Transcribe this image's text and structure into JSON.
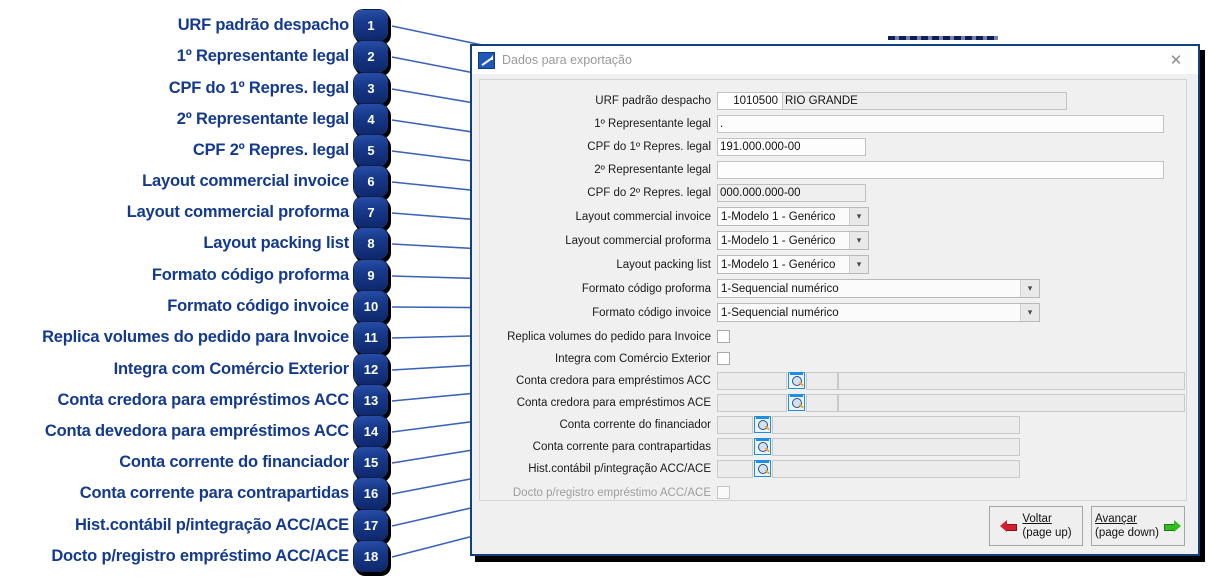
{
  "callouts": [
    {
      "n": "1",
      "label": "URF padrão despacho"
    },
    {
      "n": "2",
      "label": "1º Representante legal"
    },
    {
      "n": "3",
      "label": "CPF do 1º Repres. legal"
    },
    {
      "n": "4",
      "label": "2º Representante legal"
    },
    {
      "n": "5",
      "label": "CPF 2º Repres. legal"
    },
    {
      "n": "6",
      "label": "Layout commercial invoice"
    },
    {
      "n": "7",
      "label": "Layout commercial proforma"
    },
    {
      "n": "8",
      "label": "Layout packing list"
    },
    {
      "n": "9",
      "label": "Formato código proforma"
    },
    {
      "n": "10",
      "label": "Formato código invoice"
    },
    {
      "n": "11",
      "label": "Replica volumes do pedido para Invoice"
    },
    {
      "n": "12",
      "label": "Integra com Comércio Exterior"
    },
    {
      "n": "13",
      "label": "Conta credora para empréstimos ACC"
    },
    {
      "n": "14",
      "label": "Conta devedora para empréstimos ACC"
    },
    {
      "n": "15",
      "label": "Conta corrente do financiador"
    },
    {
      "n": "16",
      "label": "Conta corrente para contrapartidas"
    },
    {
      "n": "17",
      "label": "Hist.contábil p/integração ACC/ACE"
    },
    {
      "n": "18",
      "label": "Docto p/registro empréstimo ACC/ACE"
    }
  ],
  "dialog": {
    "title": "Dados para exportação",
    "close_label": "✕",
    "fields": {
      "urf": {
        "label": "URF padrão despacho",
        "code": "1010500",
        "name": "RIO GRANDE"
      },
      "rep1": {
        "label": "1º Representante legal",
        "value": "."
      },
      "cpf1": {
        "label": "CPF do 1º Repres. legal",
        "value": "191.000.000-00"
      },
      "rep2": {
        "label": "2º Representante legal",
        "value": ""
      },
      "cpf2": {
        "label": "CPF do 2º Repres. legal",
        "value": "000.000.000-00"
      },
      "layout_invoice": {
        "label": "Layout commercial invoice",
        "value": "1-Modelo 1 - Genérico"
      },
      "layout_proforma": {
        "label": "Layout commercial proforma",
        "value": "1-Modelo 1 - Genérico"
      },
      "layout_packing": {
        "label": "Layout packing list",
        "value": "1-Modelo 1 - Genérico"
      },
      "formato_proforma": {
        "label": "Formato código proforma",
        "value": "1-Sequencial numérico"
      },
      "formato_invoice": {
        "label": "Formato código invoice",
        "value": "1-Sequencial numérico"
      },
      "replica": {
        "label": "Replica volumes do pedido para Invoice",
        "checked": false
      },
      "integra": {
        "label": "Integra com Comércio Exterior",
        "checked": false
      },
      "acc_credora": {
        "label": "Conta credora para empréstimos ACC",
        "a": "",
        "b": "",
        "c": ""
      },
      "ace_credora": {
        "label": "Conta credora para empréstimos ACE",
        "a": "",
        "b": "",
        "c": ""
      },
      "cc_financiador": {
        "label": "Conta corrente do financiador",
        "a": "",
        "c": ""
      },
      "cc_contrapartidas": {
        "label": "Conta corrente para contrapartidas",
        "a": "",
        "c": ""
      },
      "hist_contabil": {
        "label": "Hist.contábil p/integração ACC/ACE",
        "a": "",
        "c": ""
      },
      "docto": {
        "label": "Docto p/registro empréstimo ACC/ACE",
        "checked": false,
        "disabled": true
      }
    },
    "buttons": {
      "back": {
        "line1": "Voltar",
        "line1_accel": "V",
        "line2": "(page up)",
        "icon": "arrow-left-red"
      },
      "next": {
        "line1": "Avançar",
        "line1_accel": "A",
        "line2": "(page down)",
        "icon": "arrow-right-green"
      }
    }
  },
  "colors": {
    "callout_blue": "#133A8E",
    "badge_blue": "#173a8c",
    "dialog_border": "#12407f",
    "leader_line": "#3a63b8",
    "back_arrow": "#d02030",
    "next_arrow": "#35bb22"
  }
}
